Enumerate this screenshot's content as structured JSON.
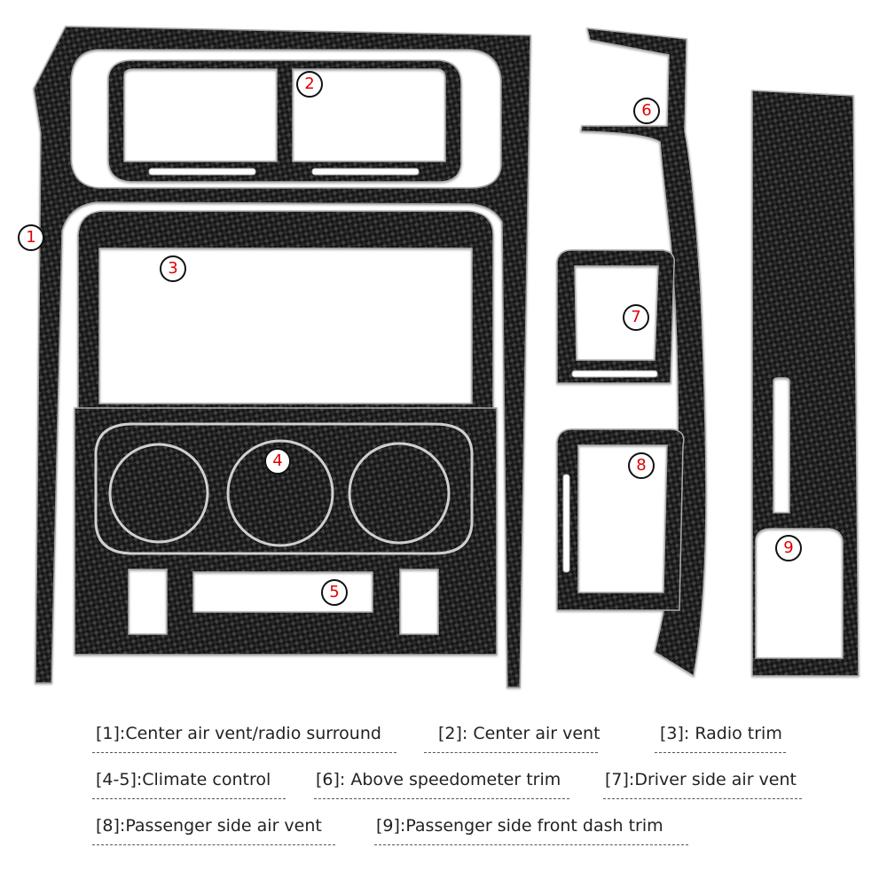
{
  "parts": [
    {
      "number": "1"
    },
    {
      "number": "2"
    },
    {
      "number": "3"
    },
    {
      "number": "4"
    },
    {
      "number": "5"
    },
    {
      "number": "6"
    },
    {
      "number": "7"
    },
    {
      "number": "8"
    },
    {
      "number": "9"
    }
  ],
  "legend": [
    {
      "text": "[1]:Center air vent/radio surround"
    },
    {
      "text": "[2]: Center air vent"
    },
    {
      "text": "[3]: Radio trim"
    },
    {
      "text": "[4-5]:Climate control"
    },
    {
      "text": "[6]: Above speedometer trim"
    },
    {
      "text": "[7]:Driver side air vent"
    },
    {
      "text": "[8]:Passenger side air vent"
    },
    {
      "text": "[9]:Passenger side front dash trim"
    }
  ],
  "colors": {
    "carbon_dark": "#1a1a1a",
    "carbon_light": "#3c3c3c",
    "marker_text": "#e00000"
  }
}
